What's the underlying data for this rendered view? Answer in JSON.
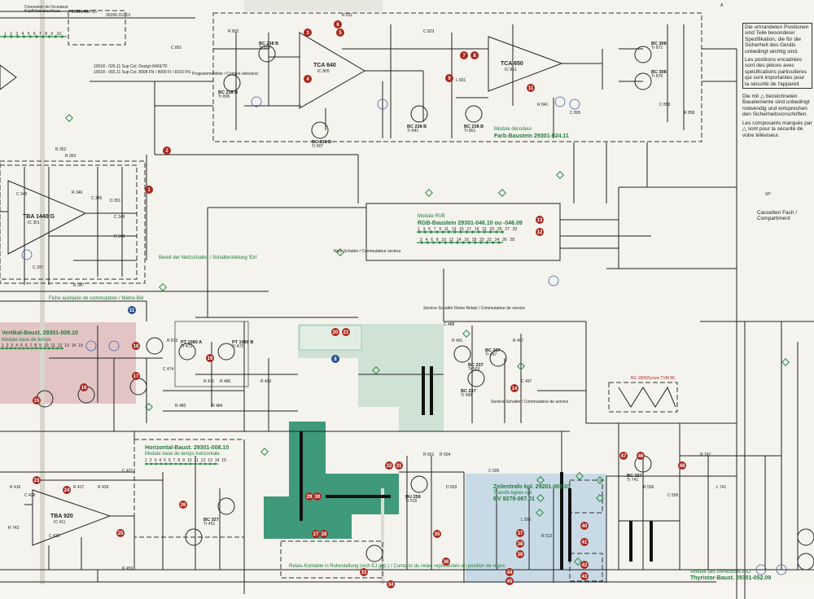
{
  "modules": {
    "colour_decoder": {
      "title": "Module décodeur",
      "name": "Farb-Baustein 29301-024.11"
    },
    "rgb": {
      "title": "Module RVB",
      "name": "RGB-Baustein 29301-046.10 ou -046.09"
    },
    "vertical": {
      "name": "Vertikal-Baust. 29301-009.10",
      "subtitle": "Module base de temps"
    },
    "horizontal": {
      "name": "Horizontal-Baust. 29301-008.10",
      "subtitle": "Module base de temps horizontale"
    },
    "line_transformer": {
      "name": "Zeilentrafo kpl. 29201-005.03",
      "subtitle": "Transfo lignes cpl.",
      "part": "BV 9279-067.01"
    },
    "thyristor": {
      "title": "Module des corrections E/O",
      "name": "Thyristor-Baust. 29301-052.09"
    },
    "multiplier": {
      "name": "BG 1895/5x/ww TVM 86"
    },
    "loudspeaker": {
      "title": "Connexion de l'écouteur",
      "subtitle": "Kopfhöreranschluss",
      "part1": "29521-017.05",
      "part2": "30390-311.01",
      "note1": "10018 - 026.11 Sup Col. Design 8403/TF",
      "note2": "10018 - 065.11 Sup Col. 8008 FN / 8009 FI / 8103 FN"
    }
  },
  "ics": [
    {
      "name": "TCA 640",
      "ref": "IC 805"
    },
    {
      "name": "TCA 650",
      "ref": "IC 851"
    },
    {
      "name": "TBA 1440 G",
      "ref": "IC 351"
    },
    {
      "name": "TBA 920",
      "ref": "IC 411"
    }
  ],
  "transistors": [
    {
      "name": "BC 238 B",
      "ref": "Tr 803"
    },
    {
      "name": "BC 238 B",
      "ref": "Tr 806"
    },
    {
      "name": "BC 238 B",
      "ref": "Tr 807"
    },
    {
      "name": "BC 238 B",
      "ref": "Tr 841"
    },
    {
      "name": "BC 238 B",
      "ref": "Tr 861"
    },
    {
      "name": "BC 308",
      "ref": "Tr 871"
    },
    {
      "name": "BC 308",
      "ref": "Tr 876"
    },
    {
      "name": "PT 1080 A",
      "ref": "Tr 471"
    },
    {
      "name": "PT 1080 B",
      "ref": "Tr 472"
    },
    {
      "name": "BC 237",
      "ref": "Tr 497"
    },
    {
      "name": "BC 237",
      "ref": "Tr 496"
    },
    {
      "name": "BC 327",
      "ref": "Tr 451"
    },
    {
      "name": "BC 237",
      "ref": "Tr 503"
    },
    {
      "name": "BC 327",
      "ref": "Tr 741"
    },
    {
      "name": "BU 259",
      "ref": "Tr 515"
    }
  ],
  "labels": {
    "prog_selector": "Programmwähler / Contact sélecteur",
    "mains_switch": "Netz-Schalter / Commutateur secteur",
    "service_switch": "Service-Schalter / Commutateur de service",
    "service_switch2": "Service-Schalter Rotes Relais / Commutateur de service",
    "matrix_switch": "Fiche auxiliaire de commutation / Matrix-Bel",
    "switch_shown": "Bereit der Netzschalter / Schalterstellung 'Ein'",
    "relay_note": "Relais-Kontakte in Ruhestellung (sich EJ gez.) / Contacts du relais représentés en position de repos",
    "dot_rgb_1": "1 3 5 7 9 11 13 15 17 19 21 23 25 27 29",
    "dot_rgb_2": "2 4 6 8 10 12 14 16 18 20 22 24 26 28",
    "dot_top": "1 2 3 4 5 6 7 8 9 10",
    "dot_15": "1 2 3 4 5 6 7 8 9 10 11 12 13 14 15",
    "corner": "A",
    "sp": "SP",
    "cassette": "Cassetten Fach / Compartiment"
  },
  "components": [
    "C 340",
    "R 346",
    "C 345",
    "D 351",
    "C 348",
    "R 348",
    "R 347",
    "R 352",
    "R 353",
    "C 337",
    "R 802",
    "C 801",
    "R 811",
    "C 823",
    "L 831",
    "C 826",
    "R 841",
    "C 858",
    "R 858",
    "R 873",
    "R 471",
    "C 474",
    "R 480",
    "R 484",
    "R 486",
    "R 490",
    "C 488",
    "R 491",
    "R 497",
    "C 497",
    "R 501",
    "R 504",
    "D 503",
    "L 505",
    "C 505",
    "R 512",
    "R 556",
    "C 556",
    "L 741",
    "R 742",
    "R 743",
    "C 428",
    "R 416",
    "C 420",
    "R 417",
    "C 421",
    "R 439",
    "R 459"
  ],
  "notes": {
    "fr1": "Die umrandeten Positionen sind Teile besonderer Spezifikation, die für die Sicherheit des Geräts unbedingt wichtig sind.",
    "fr2": "Les positions encadrées sont des pièces avec spécifications particulières qui sont importantes pour la sécurité de l'appareil.",
    "fr3": "Die mit △ bezeichneten Bauelemente sind unbedingt notwendig und entsprechen den Sicherheitsvorschriften.",
    "fr4": "Les composants marqués par △ sont pour la sécurité de votre téléviseur."
  },
  "markers": [
    "1",
    "2",
    "3",
    "4",
    "5",
    "6",
    "7",
    "8",
    "9",
    "11",
    "12",
    "13",
    "11",
    "18",
    "17",
    "16",
    "15",
    "19",
    "20",
    "21",
    "8",
    "14",
    "23",
    "24",
    "25",
    "26",
    "29",
    "30",
    "27",
    "28",
    "33",
    "34",
    "35",
    "36",
    "37",
    "38",
    "39",
    "40",
    "41",
    "42",
    "43",
    "44",
    "45",
    "46",
    "47",
    "48",
    "32",
    "31"
  ],
  "colors": {
    "marker": "#a8281e",
    "pink": "#e3c4c4",
    "light_green": "#cfe2d4",
    "teal": "#3e9a7b",
    "blue": "#c8dae6",
    "text_green": "#1f7a3a"
  }
}
